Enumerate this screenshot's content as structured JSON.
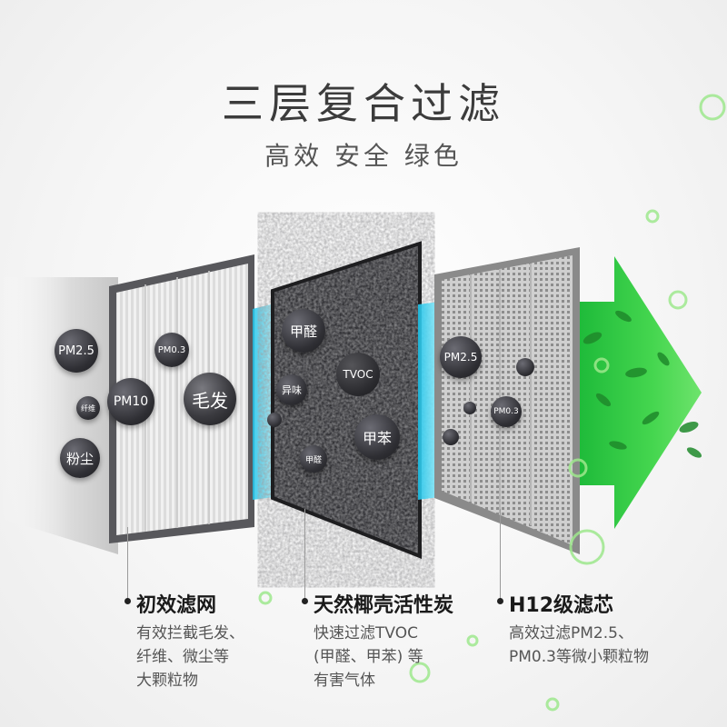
{
  "title": "三层复合过滤",
  "subtitle": "高效 安全 绿色",
  "layer1": {
    "name": "初效滤网",
    "desc": [
      "有效拦截毛发、",
      "纤维、微尘等",
      "大颗粒物"
    ],
    "particles": [
      "PM2.5",
      "PM0.3",
      "纤维",
      "PM10",
      "毛发",
      "粉尘"
    ]
  },
  "layer2": {
    "name": "天然椰壳活性炭",
    "desc": [
      "快速过滤TVOC",
      "(甲醛、甲苯) 等",
      "有害气体"
    ],
    "particles": [
      "甲醛",
      "TVOC",
      "异味",
      "甲苯",
      "甲醛"
    ]
  },
  "layer3": {
    "name": "H12级滤芯",
    "desc": [
      "高效过滤PM2.5、",
      "PM0.3等微小颗粒物"
    ],
    "particles": [
      "PM2.5",
      "PM0.3"
    ]
  },
  "colors": {
    "arrow": "#3ed34a",
    "glow": "#4fd6ef",
    "bubble": "#3f3f46"
  }
}
